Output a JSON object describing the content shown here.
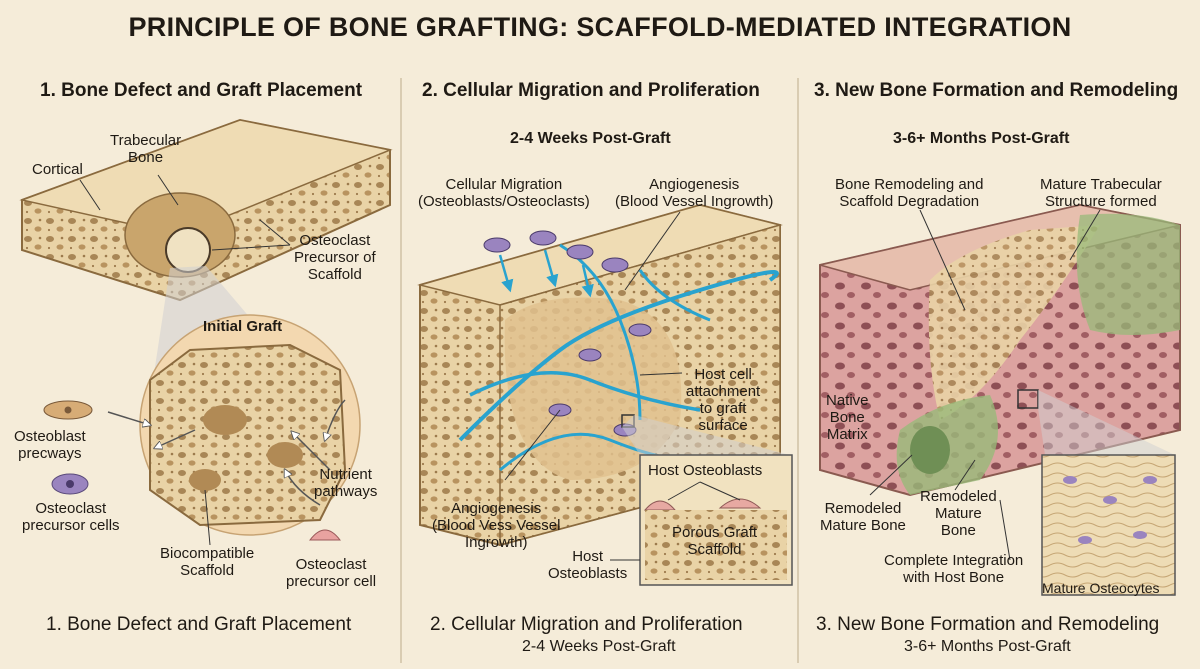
{
  "title": "PRINCIPLE OF BONE GRAFTING: SCAFFOLD-MEDIATED INTEGRATION",
  "panels": [
    {
      "heading": "1. Bone Defect and Graft Placement",
      "caption": "1. Bone Defect and Graft Placement",
      "labels": {
        "cortical": "Cortical",
        "trabecular": "Trabecular\nBone",
        "osteoclast_precursor_scaffold": "Osteoclast\nPrecursor of\nScaffold",
        "initial_graft": "Initial Graft",
        "osteoblast_precways": "Osteoblast\nprecways",
        "osteoclast_precursor_cells": "Osteoclast\nprecursor cells",
        "nutrient_pathways": "Nutrient\npathways",
        "biocompatible_scaffold": "Biocompatible\nScaffold",
        "osteoclast_precursor_cell": "Osteoclast\nprecursor cell"
      }
    },
    {
      "heading": "2. Cellular Migration and Proliferation",
      "subheading": "2-4 Weeks Post-Graft",
      "caption": "2. Cellular Migration and Proliferation",
      "caption_sub": "2-4 Weeks Post-Graft",
      "labels": {
        "cellular_migration": "Cellular Migration\n(Osteoblasts/Osteoclasts)",
        "angiogenesis_top": "Angiogenesis\n(Blood Vessel Ingrowth)",
        "host_cell_attachment": "Host cell\nattachment\nto graft\nsurface",
        "angiogenesis_bottom": "Angiogenesis\n(Blood Vess Vessel\nIngrowth)",
        "host_osteoblasts_inset": "Host Osteoblasts",
        "porous_graft_scaffold": "Porous Graft\nScaffold",
        "host_osteoblasts": "Host\nOsteoblasts"
      }
    },
    {
      "heading": "3. New Bone Formation and Remodeling",
      "subheading": "3-6+ Months Post-Graft",
      "caption": "3. New Bone Formation and Remodeling",
      "caption_sub": "3-6+ Months Post-Graft",
      "labels": {
        "bone_remodeling": "Bone Remodeling and\nScaffold Degradation",
        "mature_trabecular": "Mature Trabecular\nStructure formed",
        "native_bone_matrix": "Native\nBone\nMatrix",
        "remodeled_left": "Remodeled\nMature Bone",
        "remodeled_mid": "Remodeled\nMature\nBone",
        "complete_integration": "Complete Integration\nwith Host Bone",
        "mature_osteocytes": "Mature Osteocytes"
      }
    }
  ],
  "colors": {
    "bone": "#e9d3a6",
    "bone_dark": "#c9a56c",
    "pore": "#a88656",
    "vessel": "#29a3cf",
    "remodel_pink": "#d98f8c",
    "remodel_green": "#98b979",
    "cell_purple": "#9a84bf",
    "cell_tan": "#d7ac76"
  }
}
